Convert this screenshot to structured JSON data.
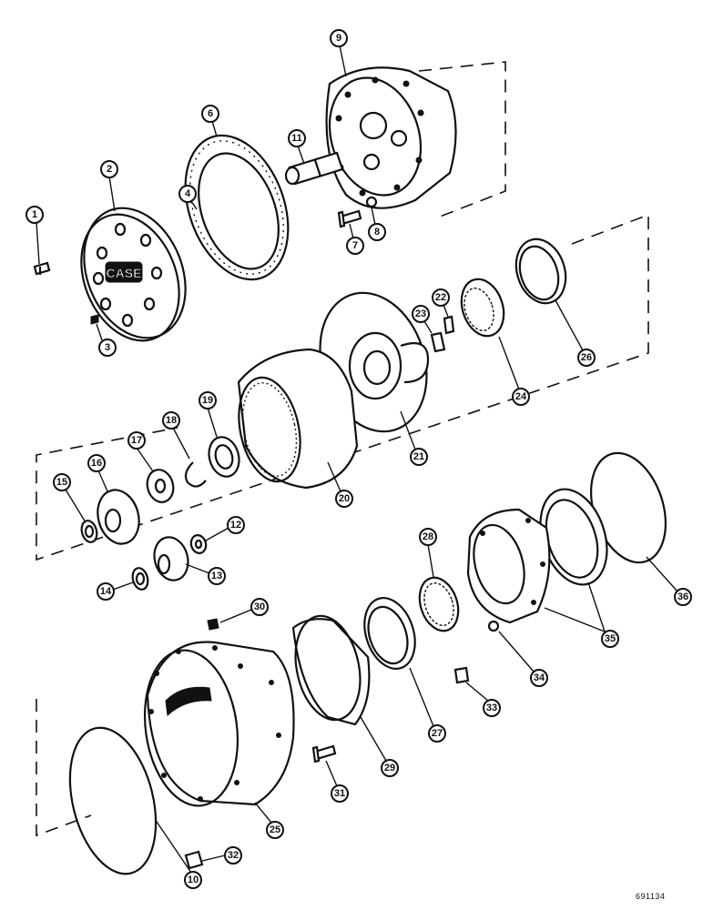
{
  "brand_text": "CASE",
  "drawing_number": "691134",
  "callouts": [
    {
      "id": "1",
      "label": "1"
    },
    {
      "id": "2",
      "label": "2"
    },
    {
      "id": "3",
      "label": "3"
    },
    {
      "id": "4",
      "label": "4"
    },
    {
      "id": "6",
      "label": "6"
    },
    {
      "id": "7",
      "label": "7"
    },
    {
      "id": "8",
      "label": "8"
    },
    {
      "id": "9",
      "label": "9"
    },
    {
      "id": "10",
      "label": "10"
    },
    {
      "id": "11",
      "label": "11"
    },
    {
      "id": "12",
      "label": "12"
    },
    {
      "id": "13",
      "label": "13"
    },
    {
      "id": "14",
      "label": "14"
    },
    {
      "id": "15",
      "label": "15"
    },
    {
      "id": "16",
      "label": "16"
    },
    {
      "id": "17",
      "label": "17"
    },
    {
      "id": "18",
      "label": "18"
    },
    {
      "id": "19",
      "label": "19"
    },
    {
      "id": "20",
      "label": "20"
    },
    {
      "id": "21",
      "label": "21"
    },
    {
      "id": "22",
      "label": "22"
    },
    {
      "id": "23",
      "label": "23"
    },
    {
      "id": "24",
      "label": "24"
    },
    {
      "id": "25",
      "label": "25"
    },
    {
      "id": "26",
      "label": "26"
    },
    {
      "id": "27",
      "label": "27"
    },
    {
      "id": "28",
      "label": "28"
    },
    {
      "id": "29",
      "label": "29"
    },
    {
      "id": "30",
      "label": "30"
    },
    {
      "id": "31",
      "label": "31"
    },
    {
      "id": "32",
      "label": "32"
    },
    {
      "id": "33",
      "label": "33"
    },
    {
      "id": "34",
      "label": "34"
    },
    {
      "id": "35",
      "label": "35"
    },
    {
      "id": "36",
      "label": "36"
    }
  ]
}
